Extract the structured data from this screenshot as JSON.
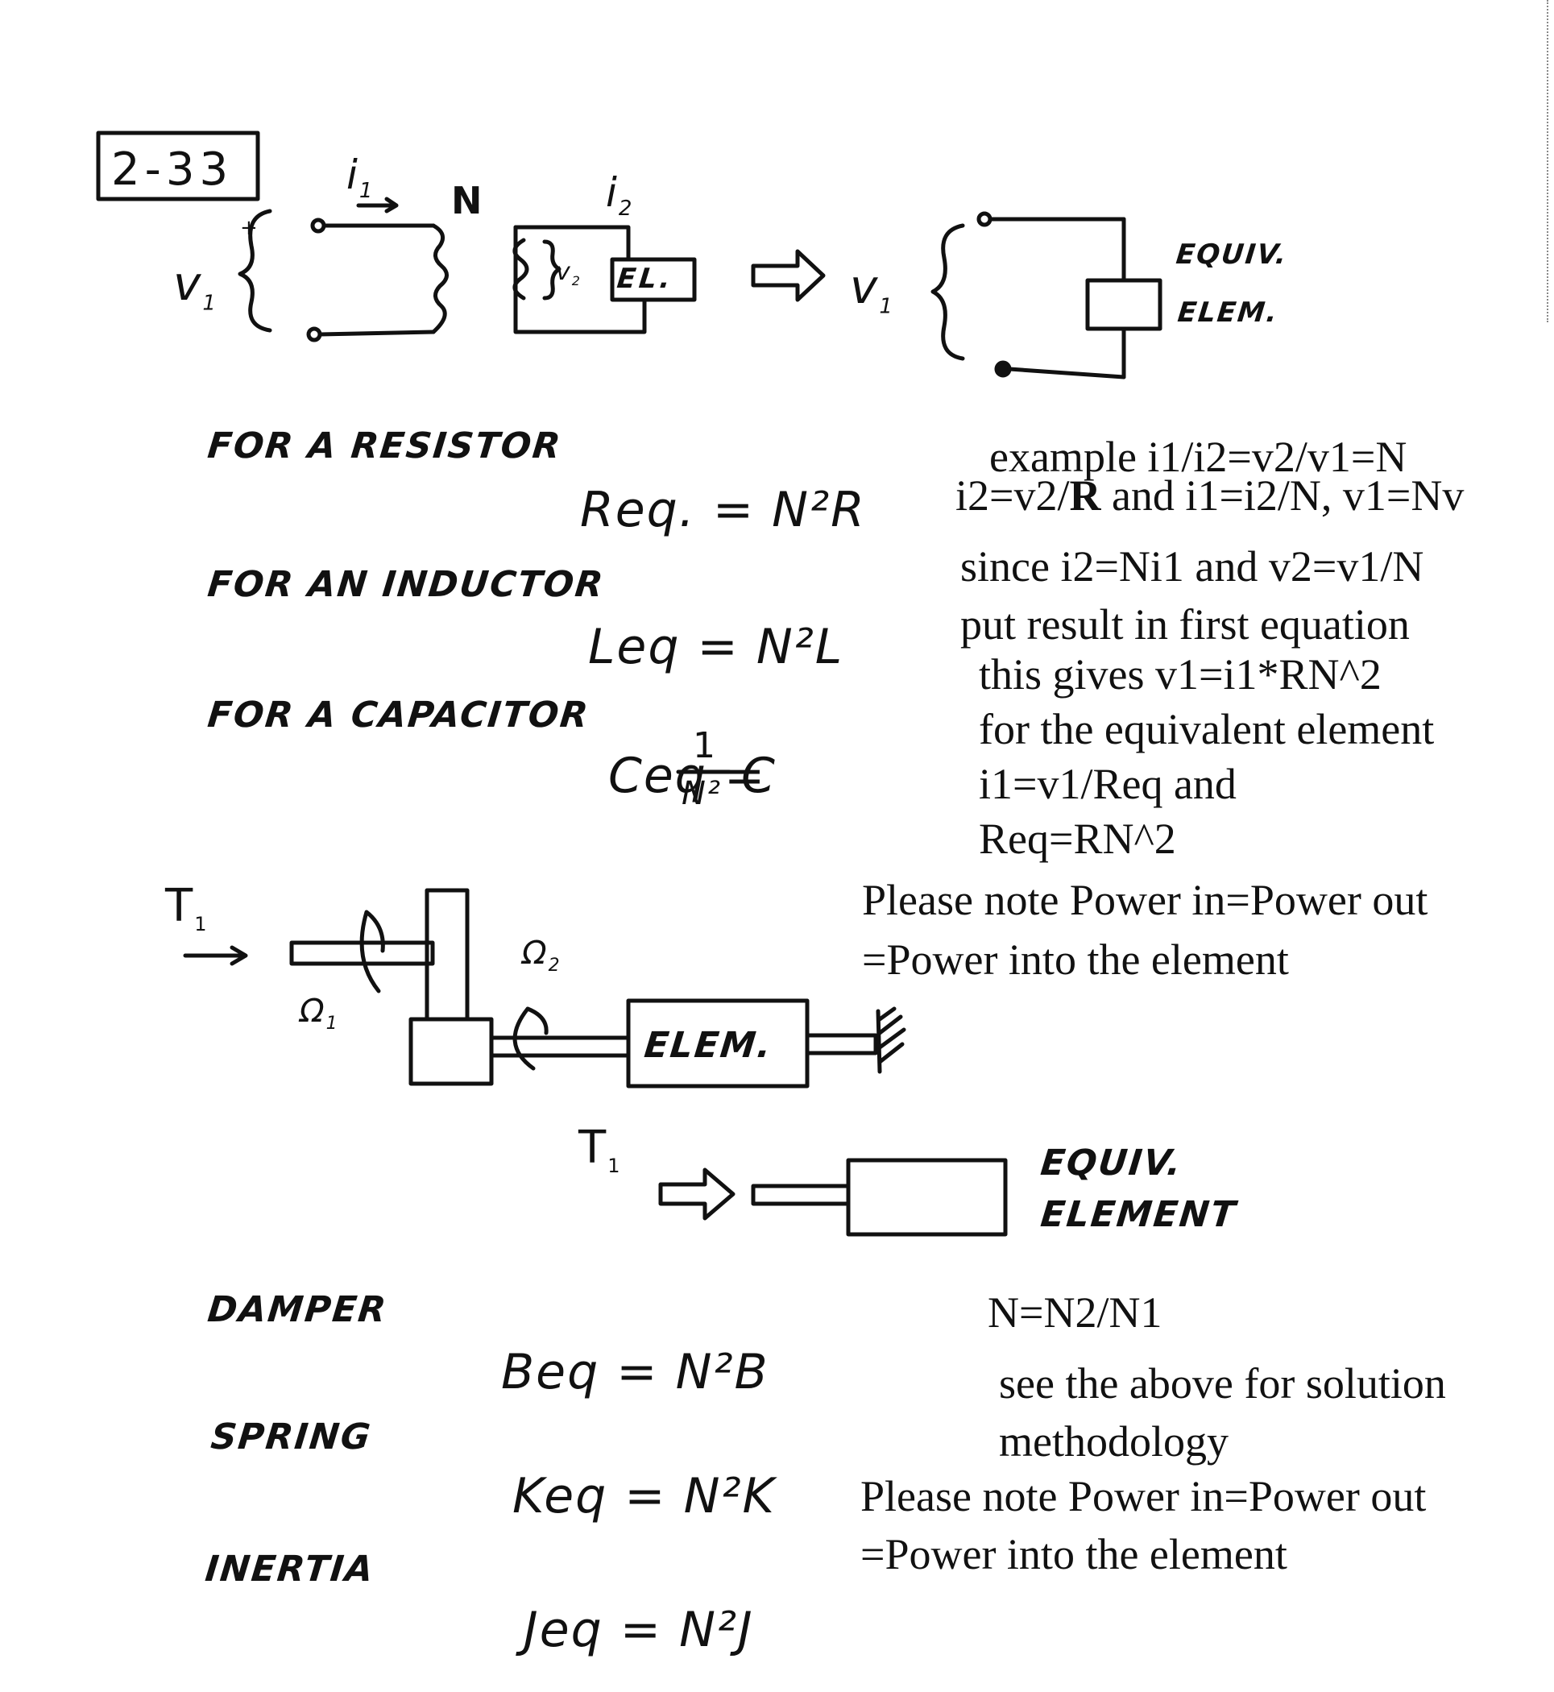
{
  "problem": {
    "number": "2-33"
  },
  "circuit": {
    "v1": "v",
    "v1_sub": "1",
    "i1": "i",
    "i1_sub": "1",
    "i2": "i",
    "i2_sub": "2",
    "n": "N",
    "v2": "v",
    "v2_sub": "2",
    "element": "EL.",
    "equiv_line1": "EQUIV.",
    "equiv_line2": "ELEM."
  },
  "electrical": {
    "resistor_heading": "FOR A RESISTOR",
    "resistor_eq": "Req. = N²R",
    "inductor_heading": "FOR AN INDUCTOR",
    "inductor_eq": "Leq = N²L",
    "capacitor_heading": "FOR A CAPACITOR",
    "capacitor_lhs": "Ceq =",
    "capacitor_num": "1",
    "capacitor_den": "N²",
    "capacitor_rhs": "C"
  },
  "explanation": {
    "line1": "example i1/i2=v2/v1=N",
    "line2_a": "i2=v2/",
    "line2_bold": "R",
    "line2_b": " and i1=i2/N, v1=Nv",
    "line3": "since i2=Ni1 and v2=v1/N",
    "line4": "put result in first equation",
    "line5": "this gives v1=i1*RN^2",
    "line6": "for the equivalent element",
    "line7": "i1=v1/Req and",
    "line8": "Req=RN^2",
    "note1_line1": "Please note Power in=Power out",
    "note1_line2": "=Power into the element"
  },
  "mechanical": {
    "t1": "T",
    "t1_sub": "1",
    "omega1": "Ω",
    "omega1_sub": "1",
    "omega2": "Ω",
    "omega2_sub": "2",
    "element": "ELEM.",
    "t1b": "T",
    "t1b_sub": "1",
    "equiv_line1": "EQUIV.",
    "equiv_line2": "ELEMENT"
  },
  "mech_results": {
    "damper_heading": "DAMPER",
    "damper_eq": "Beq = N²B",
    "spring_heading": "SPRING",
    "spring_eq": "Keq = N²K",
    "inertia_heading": "INERTIA",
    "inertia_eq": "Jeq = N²J"
  },
  "notes2": {
    "n_def": "N=N2/N1",
    "see_line1": "see the above for solution",
    "see_line2": "methodology",
    "note2_line1": "Please note Power in=Power out",
    "note2_line2": "=Power into the element"
  }
}
